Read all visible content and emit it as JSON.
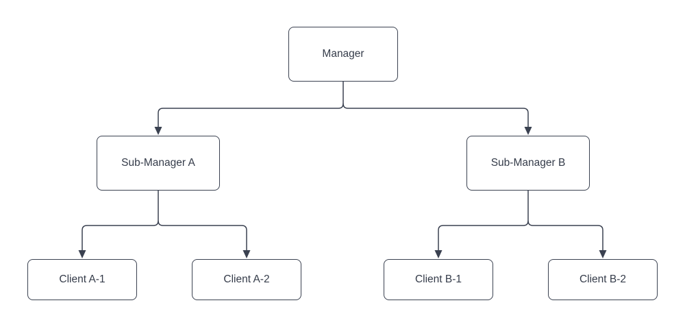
{
  "diagram": {
    "type": "org-chart-tree",
    "nodes": [
      {
        "id": "manager",
        "label": "Manager",
        "level": 1
      },
      {
        "id": "sub-manager-a",
        "label": "Sub-Manager A",
        "level": 2
      },
      {
        "id": "sub-manager-b",
        "label": "Sub-Manager B",
        "level": 2
      },
      {
        "id": "client-a-1",
        "label": "Client A-1",
        "level": 3
      },
      {
        "id": "client-a-2",
        "label": "Client A-2",
        "level": 3
      },
      {
        "id": "client-b-1",
        "label": "Client B-1",
        "level": 3
      },
      {
        "id": "client-b-2",
        "label": "Client B-2",
        "level": 3
      }
    ],
    "edges": [
      {
        "from": "manager",
        "to": "sub-manager-a",
        "arrow": "filled-triangle"
      },
      {
        "from": "manager",
        "to": "sub-manager-b",
        "arrow": "filled-triangle"
      },
      {
        "from": "sub-manager-a",
        "to": "client-a-1",
        "arrow": "filled-triangle"
      },
      {
        "from": "sub-manager-a",
        "to": "client-a-2",
        "arrow": "filled-triangle"
      },
      {
        "from": "sub-manager-b",
        "to": "client-b-1",
        "arrow": "filled-triangle"
      },
      {
        "from": "sub-manager-b",
        "to": "client-b-2",
        "arrow": "filled-triangle"
      }
    ],
    "theme": {
      "stroke": "#3a4150",
      "text": "#343b49",
      "node_fill": "#ffffff",
      "bg": "#ffffff"
    }
  }
}
